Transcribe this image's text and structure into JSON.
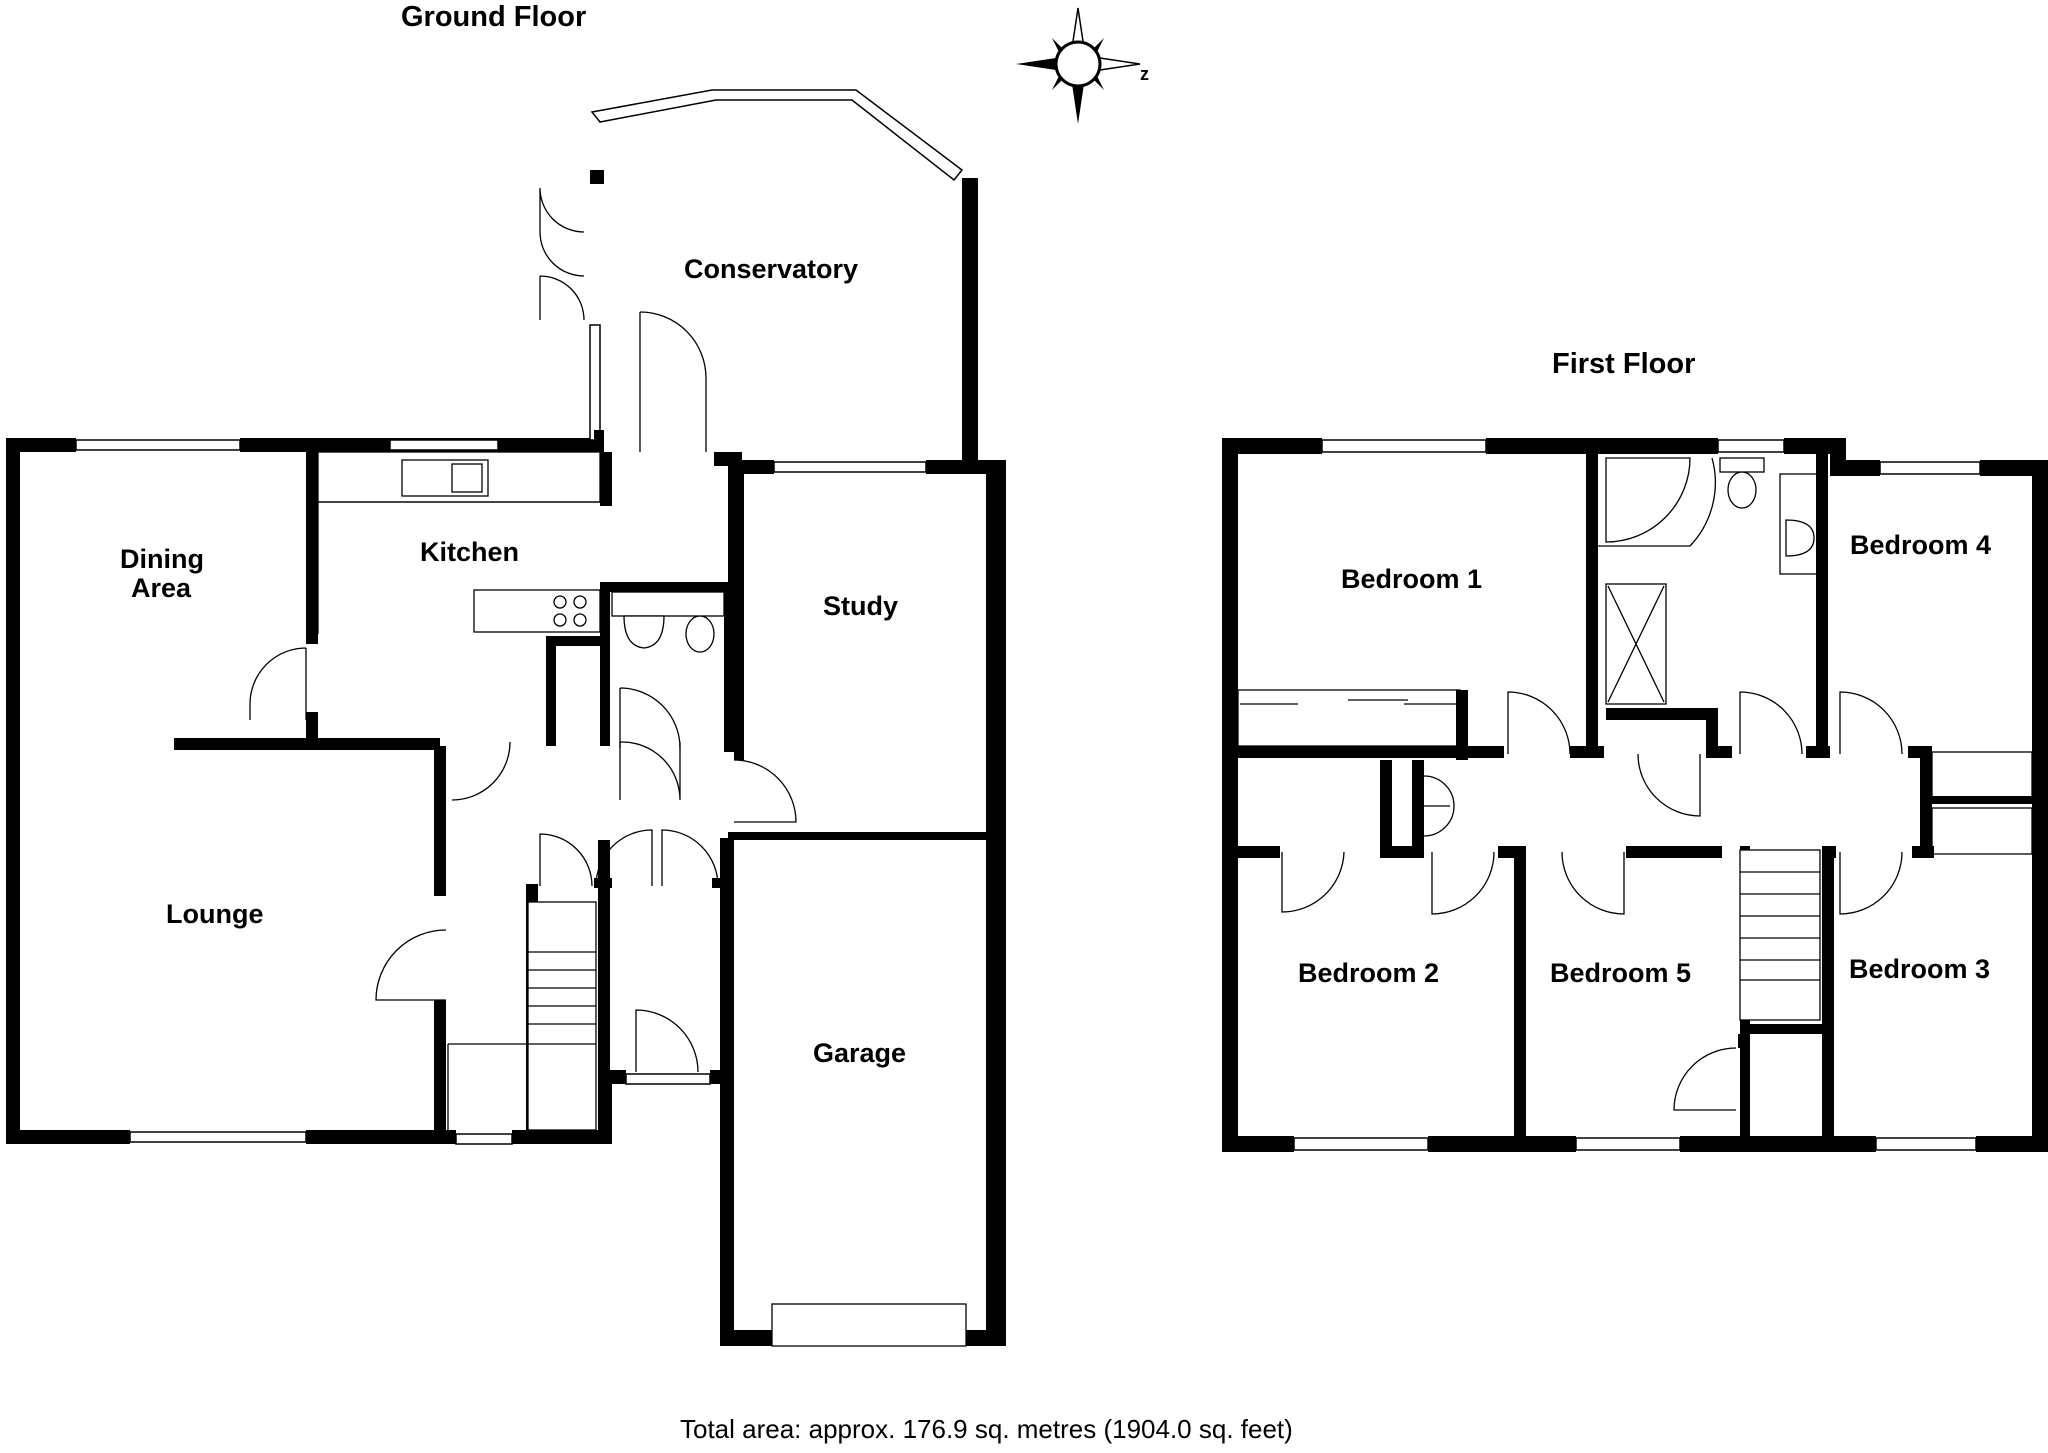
{
  "titles": {
    "ground_floor": "Ground Floor",
    "first_floor": "First Floor"
  },
  "compass": {
    "north_label": "z",
    "icon": "compass-icon"
  },
  "rooms": {
    "conservatory": "Conservatory",
    "dining_area_line1": "Dining",
    "dining_area_line2": "Area",
    "kitchen": "Kitchen",
    "study": "Study",
    "lounge": "Lounge",
    "garage": "Garage",
    "bedroom1": "Bedroom 1",
    "bedroom2": "Bedroom 2",
    "bedroom3": "Bedroom 3",
    "bedroom4": "Bedroom 4",
    "bedroom5": "Bedroom 5"
  },
  "footer": {
    "total_area": "Total area: approx. 176.9 sq. metres (1904.0 sq. feet)"
  },
  "colors": {
    "wall": "#000000",
    "background": "#ffffff"
  }
}
